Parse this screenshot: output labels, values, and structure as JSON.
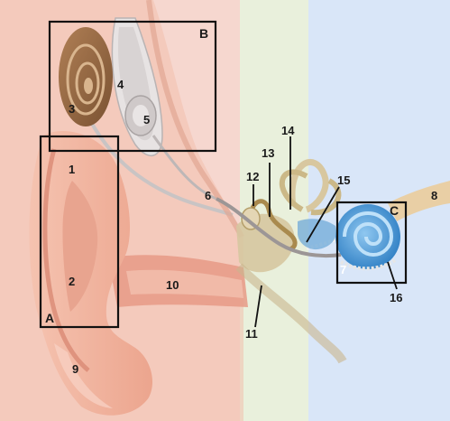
{
  "colors": {
    "outer_bg": "#f6d7cf",
    "middle_bg": "#e9f0dc",
    "inner_bg": "#d9e6f8",
    "skin": "#f0b59f",
    "skin_shadow": "#e29580",
    "cochlea": "#5aa4dd",
    "bone": "#d9cfa8",
    "implant_gray": "#c9c4c4",
    "frame": "#111111"
  },
  "regions": {
    "outer": "outer-ear",
    "middle": "middle-ear",
    "inner": "inner-ear"
  },
  "boxes": {
    "a": "A",
    "b": "B",
    "c": "C"
  },
  "labels": {
    "l1": "1",
    "l2": "2",
    "l3": "3",
    "l4": "4",
    "l5": "5",
    "l6": "6",
    "l7": "7",
    "l8": "8",
    "l9": "9",
    "l10": "10",
    "l11": "11",
    "l12": "12",
    "l13": "13",
    "l14": "14",
    "l15": "15",
    "l16": "16"
  }
}
